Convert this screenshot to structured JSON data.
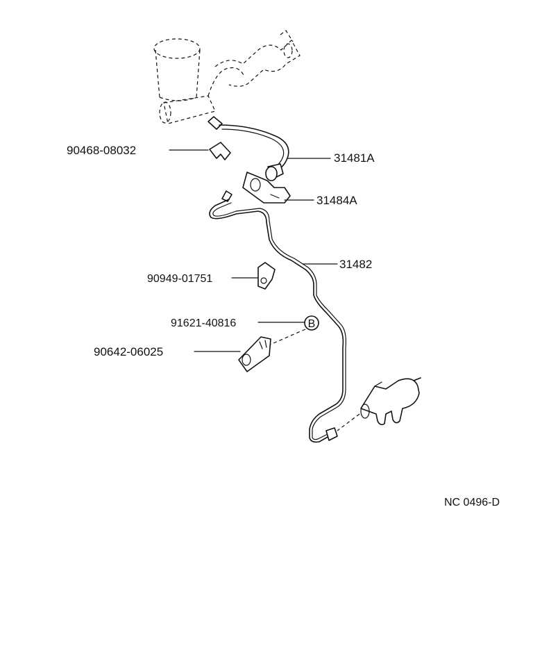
{
  "labels": {
    "p90468": "90468-08032",
    "p31481a": "31481A",
    "p31484a": "31484A",
    "p31482": "31482",
    "p90949": "90949-01751",
    "p91621": "91621-40816",
    "p90642": "90642-06025",
    "marker_b": "B",
    "ref": "NC 0496-D"
  }
}
